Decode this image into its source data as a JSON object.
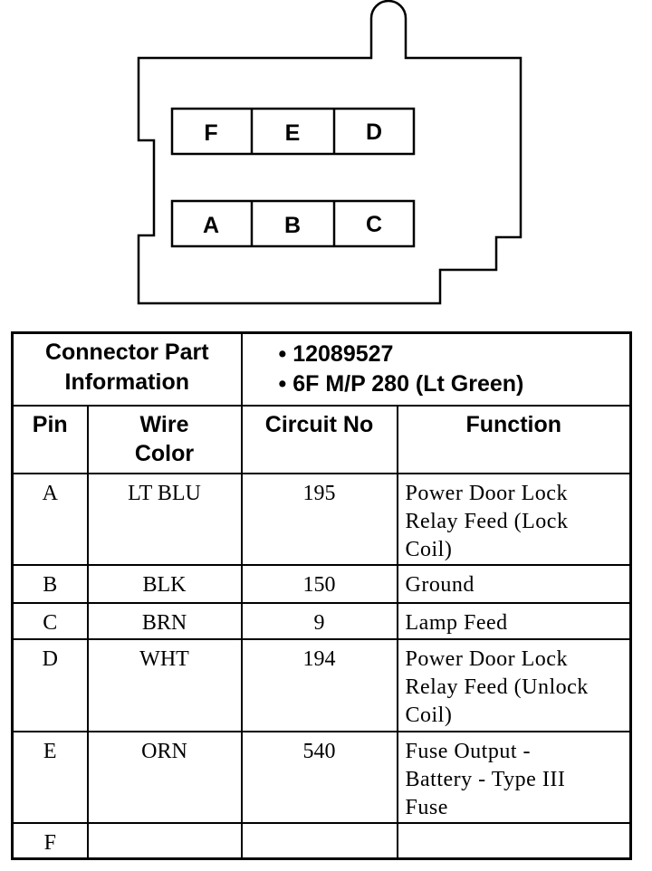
{
  "connector": {
    "cavities_top": [
      "F",
      "E",
      "D"
    ],
    "cavities_bottom": [
      "A",
      "B",
      "C"
    ]
  },
  "table": {
    "part_info_label_line1": "Connector Part",
    "part_info_label_line2": "Information",
    "part_numbers": [
      "• 12089527",
      "• 6F M/P 280 (Lt Green)"
    ],
    "headers": {
      "pin": "Pin",
      "wire_color_line1": "Wire",
      "wire_color_line2": "Color",
      "circuit": "Circuit No",
      "function": "Function"
    },
    "rows": [
      {
        "pin": "A",
        "wire": "LT BLU",
        "circuit": "195",
        "function": [
          "Power Door Lock",
          "Relay Feed (Lock",
          "Coil)"
        ]
      },
      {
        "pin": "B",
        "wire": "BLK",
        "circuit": "150",
        "function": [
          "Ground"
        ]
      },
      {
        "pin": "C",
        "wire": "BRN",
        "circuit": "9",
        "function": [
          "Lamp Feed"
        ]
      },
      {
        "pin": "D",
        "wire": "WHT",
        "circuit": "194",
        "function": [
          "Power Door Lock",
          "Relay Feed (Unlock",
          "Coil)"
        ]
      },
      {
        "pin": "E",
        "wire": "ORN",
        "circuit": "540",
        "function": [
          "Fuse Output -",
          "Battery - Type III",
          "Fuse"
        ]
      },
      {
        "pin": "F",
        "wire": "",
        "circuit": "",
        "function": []
      }
    ]
  }
}
